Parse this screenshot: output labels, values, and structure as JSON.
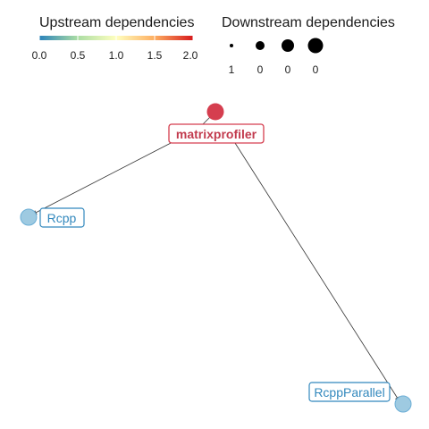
{
  "legend": {
    "upstream": {
      "title": "Upstream dependencies",
      "ticks": [
        "0.0",
        "0.5",
        "1.0",
        "1.5",
        "2.0"
      ],
      "gradient": [
        "#2b83ba",
        "#abdda4",
        "#ffffbf",
        "#fdae61",
        "#d7191c"
      ]
    },
    "downstream": {
      "title": "Downstream dependencies",
      "labels": [
        "1",
        "0",
        "0",
        "0"
      ]
    }
  },
  "graph": {
    "nodes": [
      {
        "id": "matrixprofiler",
        "label": "matrixprofiler",
        "upstream": 2,
        "role": "root",
        "color": "#d53e4f"
      },
      {
        "id": "Rcpp",
        "label": "Rcpp",
        "upstream": 0,
        "role": "dependency",
        "color": "#3288bd"
      },
      {
        "id": "RcppParallel",
        "label": "RcppParallel",
        "upstream": 0,
        "role": "dependency",
        "color": "#3288bd"
      }
    ],
    "edges": [
      {
        "from": "matrixprofiler",
        "to": "Rcpp"
      },
      {
        "from": "matrixprofiler",
        "to": "RcppParallel"
      }
    ]
  }
}
